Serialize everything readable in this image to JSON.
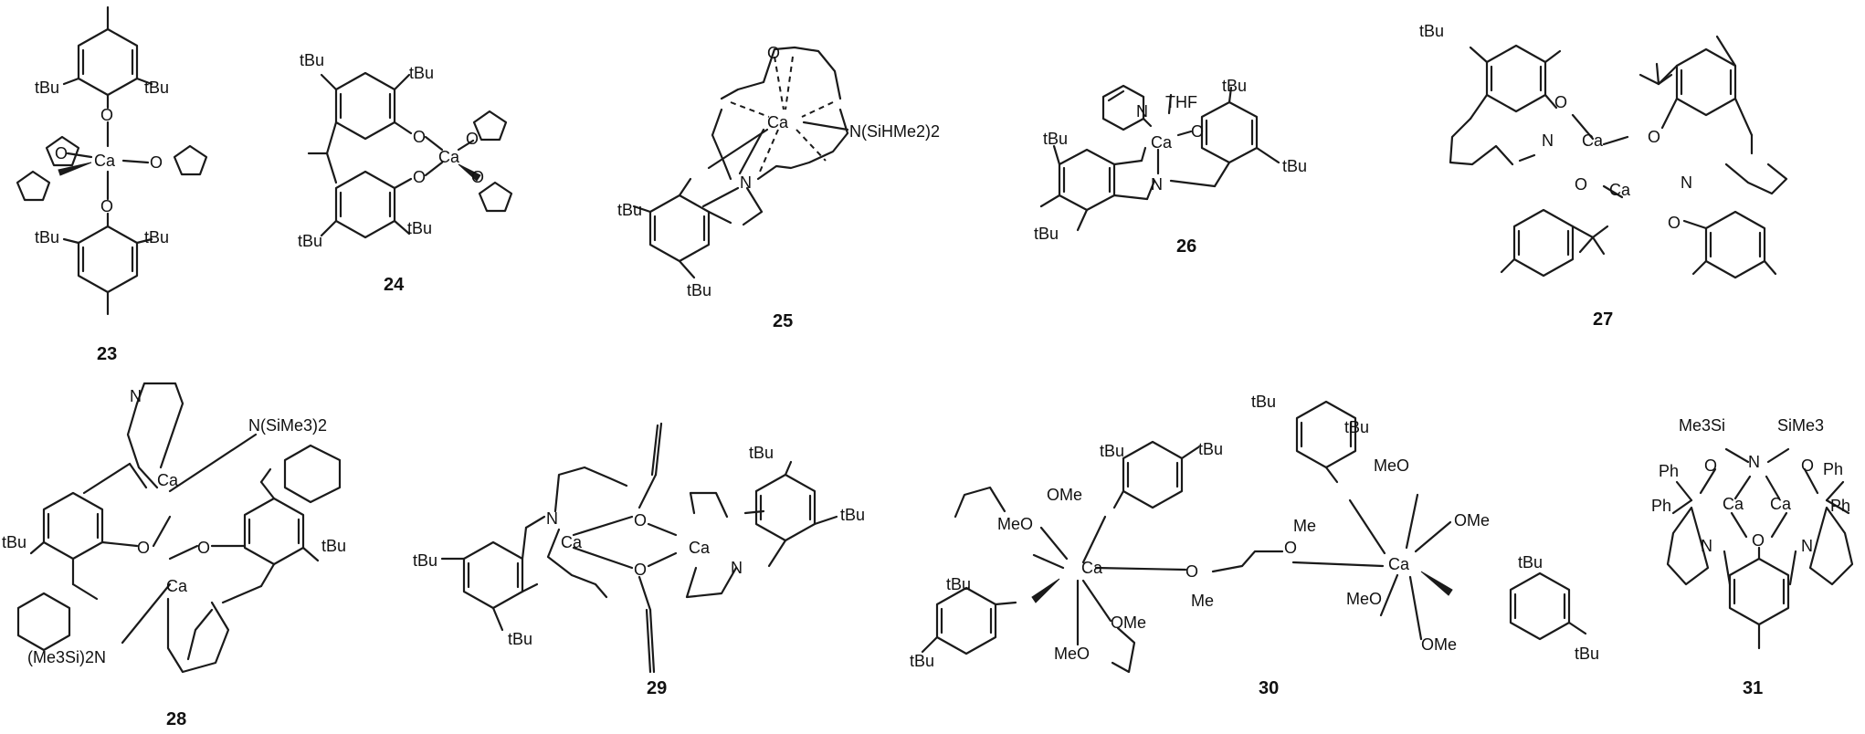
{
  "compounds": [
    {
      "id": "23",
      "labels": {
        "tbu_tl": "tBu",
        "tbu_tr": "tBu",
        "tbu_bl": "tBu",
        "tbu_br": "tBu",
        "ca": "Ca",
        "o1": "O",
        "o2": "O",
        "o3": "O",
        "o4": "O"
      }
    },
    {
      "id": "24",
      "labels": {
        "tbu1": "tBu",
        "tbu2": "tBu",
        "tbu3": "tBu",
        "tbu4": "tBu",
        "ca": "Ca",
        "o1": "O",
        "o2": "O",
        "o3": "O",
        "o4": "O"
      }
    },
    {
      "id": "25",
      "labels": {
        "ca": "Ca",
        "amide": "N(SiHMe2)2",
        "n": "N",
        "tbu1": "tBu",
        "tbu2": "tBu",
        "o": "O"
      }
    },
    {
      "id": "26",
      "labels": {
        "thf": "THF",
        "ca": "Ca",
        "n1": "N",
        "n2": "N",
        "tbu1": "tBu",
        "tbu2": "tBu",
        "tbu3": "tBu",
        "tbu4": "tBu",
        "o": "O"
      }
    },
    {
      "id": "27",
      "labels": {
        "ca": "Ca",
        "n": "N",
        "tbu": "tBu",
        "o": "O"
      }
    },
    {
      "id": "28",
      "labels": {
        "ca": "Ca",
        "amide_top": "N(SiMe3)2",
        "amide_bot": "(Me3Si)2N",
        "tbu": "tBu",
        "n": "N",
        "o": "O"
      }
    },
    {
      "id": "29",
      "labels": {
        "ca": "Ca",
        "tbu": "tBu",
        "n": "N",
        "o": "O"
      }
    },
    {
      "id": "30",
      "labels": {
        "ca": "Ca",
        "ome": "OMe",
        "meo": "MeO",
        "me": "Me",
        "tbu": "tBu",
        "o": "O"
      }
    },
    {
      "id": "31",
      "labels": {
        "ca": "Ca",
        "me3si": "Me3Si",
        "sime3": "SiMe3",
        "ph": "Ph",
        "n": "N",
        "o": "O"
      }
    }
  ]
}
